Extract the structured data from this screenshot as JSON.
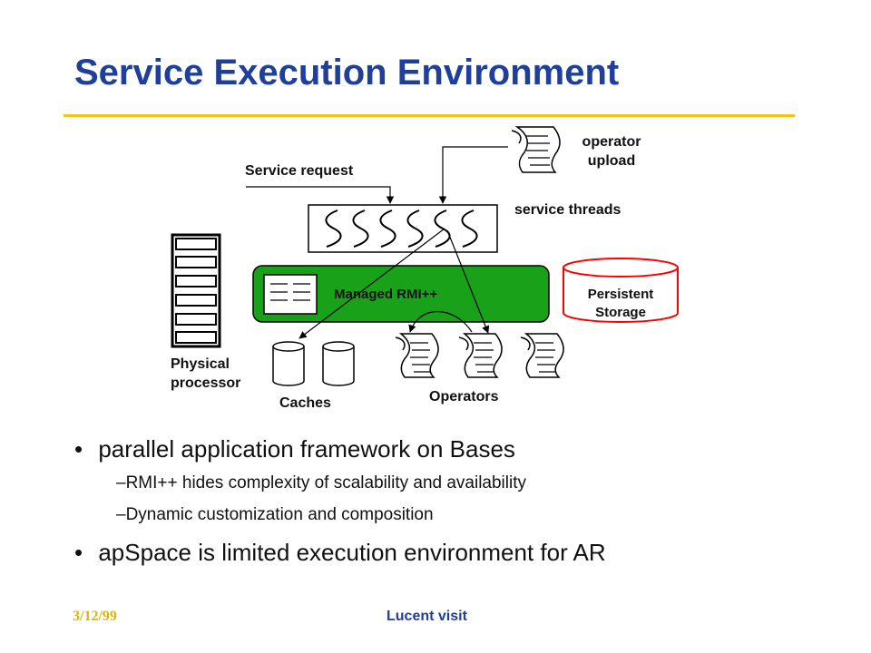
{
  "slide": {
    "title": "Service Execution Environment"
  },
  "diagram": {
    "operator_upload": "operator\nupload",
    "service_request": "Service request",
    "service_threads": "service threads",
    "managed_rmi": "Managed RMI++",
    "persistent_storage": "Persistent\nStorage",
    "physical_processor": "Physical\nprocessor",
    "caches": "Caches",
    "operators": "Operators"
  },
  "bullets": [
    {
      "text": "parallel application framework on Bases",
      "subs": [
        "RMI++ hides complexity of scalability and availability",
        "Dynamic customization and composition"
      ]
    },
    {
      "text": "apSpace is limited execution environment for AR",
      "subs": []
    }
  ],
  "footer": {
    "date": "3/12/99",
    "center": "Lucent visit"
  },
  "colors": {
    "title": "#1f3f9a",
    "rule": "#f0c419",
    "rmi_box": "#1aa11a",
    "storage": "#ff0000",
    "footer_date": "#e0b400"
  }
}
